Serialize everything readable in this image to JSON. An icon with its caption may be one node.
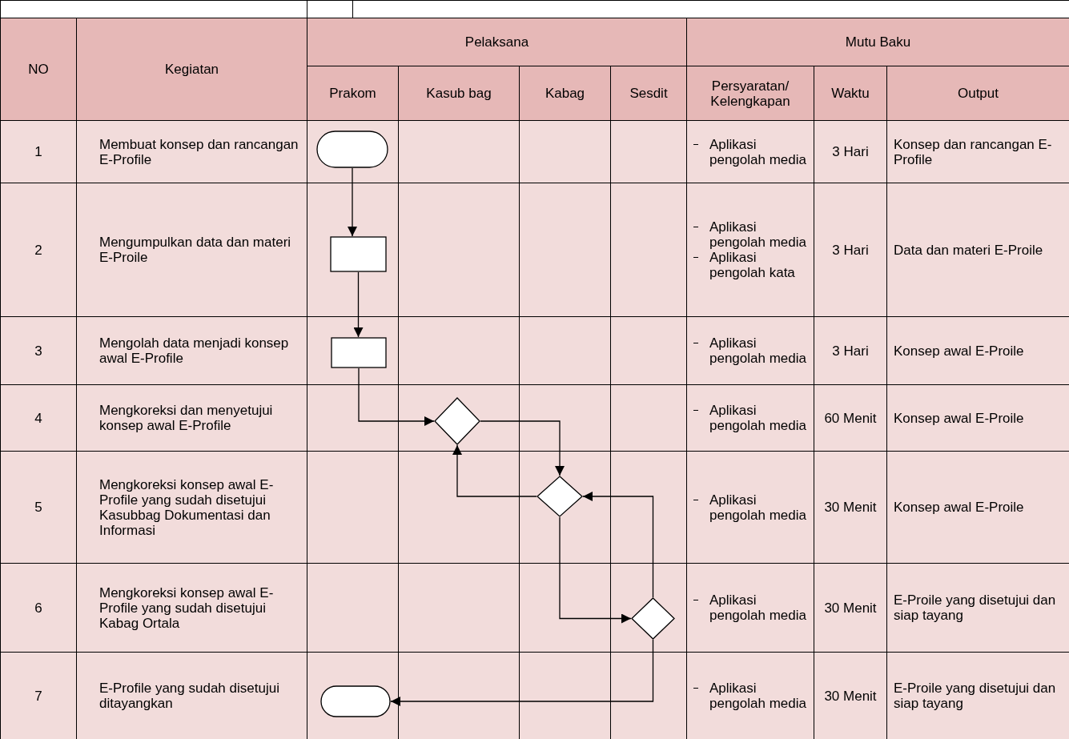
{
  "diagram": {
    "nodes": [
      {
        "text": [],
        "shape": "terminal"
      },
      {
        "text": [],
        "shape": "box"
      },
      {
        "text": [],
        "shape": "box"
      },
      {
        "text": [],
        "shape": "diamond"
      },
      {
        "text": [],
        "shape": "diamond"
      },
      {
        "text": [],
        "shape": "diamond"
      },
      {
        "text": [],
        "shape": "terminal"
      }
    ],
    "edges": [
      {
        "from": 0,
        "to": 1,
        "arrow": "to"
      },
      {
        "from": 1,
        "to": 2,
        "arrow": "to"
      },
      {
        "from": 2,
        "to": 3,
        "arrow": "to"
      },
      {
        "from": 3,
        "to": 4,
        "arrow": "to"
      },
      {
        "from": 4,
        "to": 3,
        "arrow": "to"
      },
      {
        "from": 4,
        "to": 5,
        "arrow": "to"
      },
      {
        "from": 5,
        "to": 4,
        "arrow": "to"
      },
      {
        "from": 5,
        "to": 6,
        "arrow": "to"
      }
    ],
    "labels": [
      "NO",
      "Kegiatan",
      "Pelaksana",
      "Mutu Baku",
      "Prakom",
      "Kasub bag",
      "Kabag",
      "Sesdit",
      "Persyaratan/ Kelengkapan",
      "Waktu",
      "Output",
      "1",
      "Membuat konsep dan rancangan E-Profile",
      "Aplikasi pengolah media",
      "3 Hari",
      "Konsep dan rancangan E-Profile",
      "2",
      "Mengumpulkan data dan materi E-Proile",
      "Aplikasi pengolah media",
      "Aplikasi pengolah kata",
      "3 Hari",
      "Data dan materi E-Proile",
      "3",
      "Mengolah data menjadi konsep awal E-Profile",
      "Aplikasi pengolah media",
      "3 Hari",
      "Konsep awal E-Proile",
      "4",
      "Mengkoreksi dan menyetujui konsep awal E-Profile",
      "Aplikasi pengolah media",
      "60 Menit",
      "Konsep awal E-Proile",
      "5",
      "Mengkoreksi konsep awal E-Profile yang sudah disetujui Kasubbag Dokumentasi dan Informasi",
      "Aplikasi pengolah media",
      "30 Menit",
      "Konsep awal E-Proile",
      "6",
      "Mengkoreksi konsep awal E-Profile yang sudah disetujui Kabag Ortala",
      "Aplikasi pengolah media",
      "30 Menit",
      "E-Proile yang disetujui dan siap tayang",
      "7",
      "E-Profile yang sudah disetujui ditayangkan",
      "Aplikasi pengolah media",
      "30 Menit",
      "E-Proile yang disetujui dan siap tayang"
    ]
  }
}
